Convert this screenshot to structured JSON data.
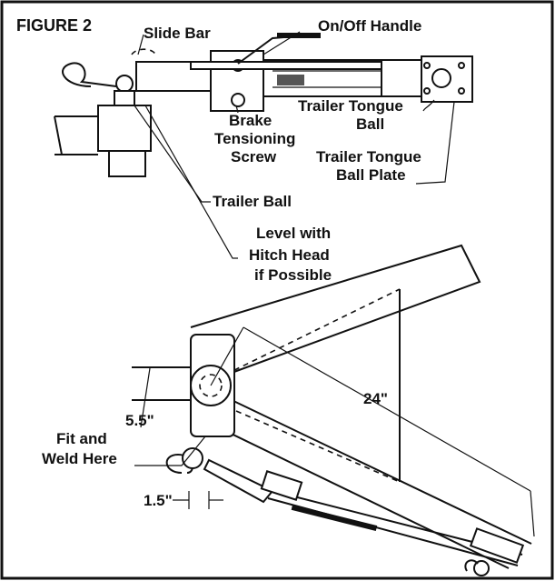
{
  "figure": {
    "title": "FIGURE 2",
    "labels": {
      "slide_bar": "Slide Bar",
      "on_off_handle": "On/Off Handle",
      "brake_tensioning_screw": [
        "Brake",
        "Tensioning",
        "Screw"
      ],
      "trailer_tongue_ball": [
        "Trailer Tongue",
        "Ball"
      ],
      "trailer_tongue_ball_plate": [
        "Trailer Tongue",
        "Ball Plate"
      ],
      "trailer_ball": "Trailer Ball",
      "level_with_hitch_head": [
        "Level with",
        "Hitch Head",
        "if Possible"
      ],
      "fit_and_weld_here": [
        "Fit and",
        "Weld Here"
      ],
      "dim_24": "24\"",
      "dim_5_5": "5.5\"",
      "dim_1_5": "1.5\""
    }
  }
}
